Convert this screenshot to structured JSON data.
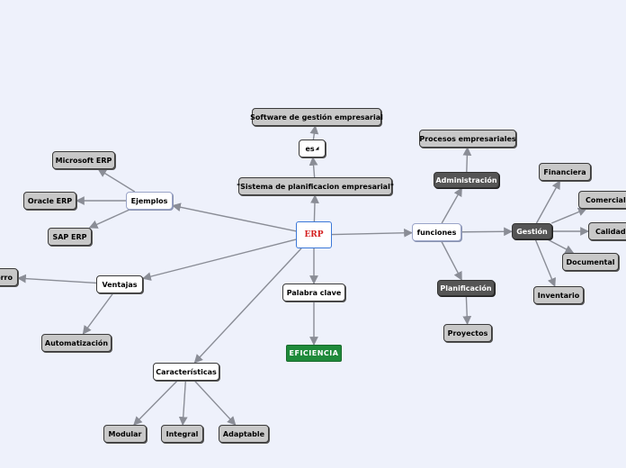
{
  "diagram": {
    "root": {
      "label": "ERP"
    },
    "nodes": {
      "software": "Software de gestión empresarial",
      "es": "es",
      "sistema": "\"Sistema de planificacion empresarial\"",
      "palabra_clave": "Palabra clave",
      "eficiencia": "EFICIENCIA",
      "ejemplos": "Ejemplos",
      "microsoft_erp": "Microsoft ERP",
      "oracle_erp": "Oracle ERP",
      "sap_erp": "SAP ERP",
      "ventajas": "Ventajas",
      "ahorro": "orro",
      "automatizacion": "Automatización",
      "caracteristicas": "Características",
      "modular": "Modular",
      "integral": "Integral",
      "adaptable": "Adaptable",
      "funciones": "funciones",
      "administracion": "Administración",
      "procesos": "Procesos empresariales",
      "planificacion": "Planificación",
      "proyectos": "Proyectos",
      "gestion": "Gestión",
      "financiera": "Financiera",
      "comercial": "Comercial y",
      "calidad": "Calidad",
      "documental": "Documental",
      "inventario": "Inventario"
    },
    "edges": [
      [
        "root",
        "sistema"
      ],
      [
        "sistema",
        "es"
      ],
      [
        "es",
        "software"
      ],
      [
        "root",
        "palabra_clave"
      ],
      [
        "palabra_clave",
        "eficiencia"
      ],
      [
        "root",
        "ejemplos"
      ],
      [
        "ejemplos",
        "microsoft_erp"
      ],
      [
        "ejemplos",
        "oracle_erp"
      ],
      [
        "ejemplos",
        "sap_erp"
      ],
      [
        "root",
        "ventajas"
      ],
      [
        "ventajas",
        "ahorro"
      ],
      [
        "ventajas",
        "automatizacion"
      ],
      [
        "root",
        "caracteristicas"
      ],
      [
        "caracteristicas",
        "modular"
      ],
      [
        "caracteristicas",
        "integral"
      ],
      [
        "caracteristicas",
        "adaptable"
      ],
      [
        "root",
        "funciones"
      ],
      [
        "funciones",
        "administracion"
      ],
      [
        "administracion",
        "procesos"
      ],
      [
        "funciones",
        "planificacion"
      ],
      [
        "planificacion",
        "proyectos"
      ],
      [
        "funciones",
        "gestion"
      ],
      [
        "gestion",
        "financiera"
      ],
      [
        "gestion",
        "comercial"
      ],
      [
        "gestion",
        "calidad"
      ],
      [
        "gestion",
        "documental"
      ],
      [
        "gestion",
        "inventario"
      ]
    ],
    "colors": {
      "background": "#eef1fb",
      "edge": "#8a8d96",
      "root_text": "#d42020",
      "root_border": "#3b78d8",
      "eficiencia": "#1f8a3a",
      "dark_node": "#555555",
      "gray_node": "#c8c8c8"
    }
  }
}
